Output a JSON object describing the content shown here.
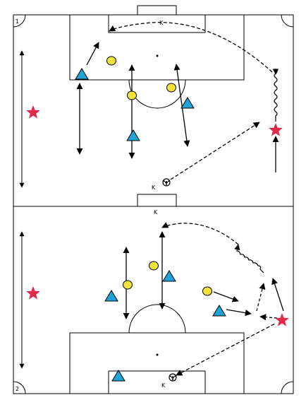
{
  "diagrams": [
    {
      "number": "1",
      "keeper_label": "K",
      "ball_label": "K"
    },
    {
      "number": "2",
      "keeper_label": "K",
      "ball_label": "K"
    }
  ],
  "colors": {
    "attacker_triangle": "#1fa3d6",
    "defender_circle": "#f2e23a",
    "star": "#e0294b",
    "line": "#000000"
  },
  "icons": {
    "attacker": "blue-triangle",
    "defender": "yellow-circle",
    "neutral": "red-star",
    "ball": "soccer-ball"
  }
}
